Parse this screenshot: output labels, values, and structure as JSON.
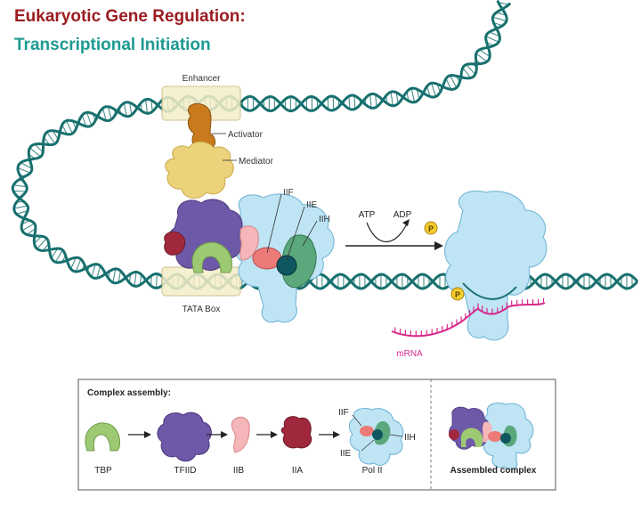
{
  "title": {
    "line1": "Eukaryotic Gene Regulation:",
    "line2": "Transcriptional Initiation"
  },
  "labels": {
    "enhancer": "Enhancer",
    "activator": "Activator",
    "mediator": "Mediator",
    "iif": "IIF",
    "iie": "IIE",
    "iih": "IIH",
    "atp": "ATP",
    "adp": "ADP",
    "phosphate": "P",
    "tata_box": "TATA Box",
    "mrna": "mRNA"
  },
  "legend": {
    "heading": "Complex assembly:",
    "items": [
      {
        "label": "TBP"
      },
      {
        "label": "TFIID"
      },
      {
        "label": "IIB"
      },
      {
        "label": "IIA"
      },
      {
        "label": "Pol II"
      }
    ],
    "polii_callouts": {
      "iif": "IIF",
      "iie": "IIE",
      "iih": "IIH"
    },
    "assembled_label": "Assembled complex"
  },
  "colors": {
    "title_red": "#9b1c20",
    "title_teal": "#1d9a92",
    "dna": "#17706e",
    "activator": "#c87a1c",
    "mediator": "#ecd27a",
    "tfiid": "#6e58a8",
    "tbp": "#9dc973",
    "iib": "#f4b6b8",
    "iia": "#a0283c",
    "polii": "#bfe4f4",
    "iif": "#ec7a76",
    "iie": "#0e5660",
    "iih": "#5aa87c",
    "mrna": "#d8288c",
    "phosphate": "#f4cc2c"
  }
}
